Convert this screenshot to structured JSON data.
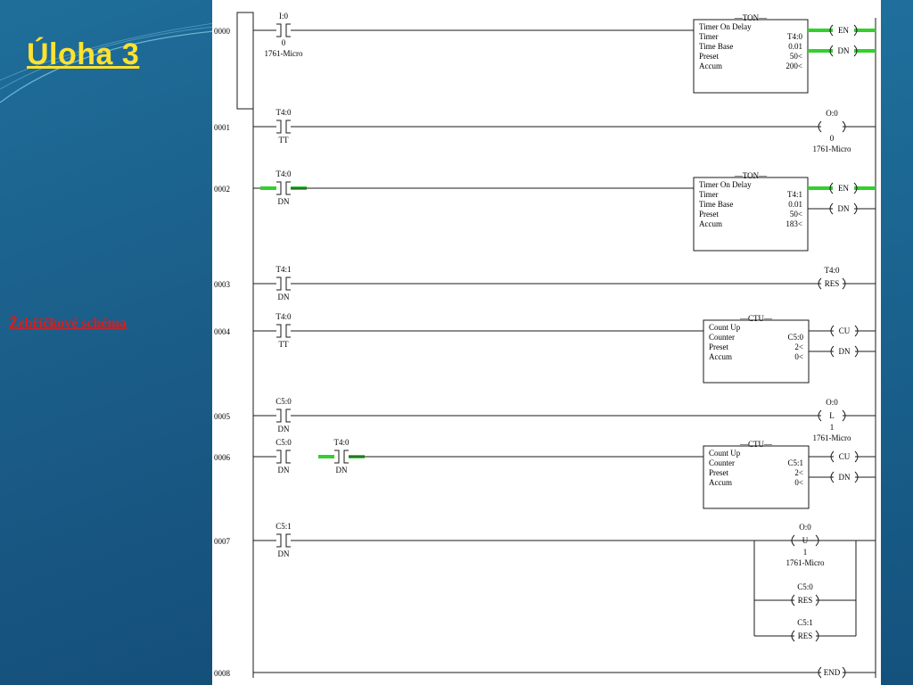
{
  "slide": {
    "title": "Úloha 3",
    "side_label": "Žebříčkové schéma",
    "colors": {
      "title": "#ffe230",
      "side_label": "#d81e1e",
      "energized": "#32d02c",
      "background": "#1a5a86"
    }
  },
  "rungs": [
    {
      "number": "0000",
      "contacts": [
        {
          "type": "XIC",
          "address": "I:0",
          "bit": "0",
          "sub": "1761-Micro",
          "energized": false
        }
      ],
      "timer": {
        "title": "TON",
        "name": "Timer On Delay",
        "fields": [
          {
            "k": "Timer",
            "v": "T4:0"
          },
          {
            "k": "Time Base",
            "v": "0.01"
          },
          {
            "k": "Preset",
            "v": "50<"
          },
          {
            "k": "Accum",
            "v": "200<"
          }
        ],
        "outputs": [
          {
            "label": "EN",
            "energized": true
          },
          {
            "label": "DN",
            "energized": true
          }
        ]
      }
    },
    {
      "number": "0001",
      "contacts": [
        {
          "type": "XIC",
          "address": "T4:0",
          "bit": "",
          "sub": "TT",
          "energized": false
        }
      ],
      "coil": {
        "type": "OTE",
        "symbol": "",
        "address": "O:0",
        "bit": "0",
        "sub": "1761-Micro"
      }
    },
    {
      "number": "0002",
      "contacts": [
        {
          "type": "XIC",
          "address": "T4:0",
          "bit": "",
          "sub": "DN",
          "energized": true
        }
      ],
      "timer": {
        "title": "TON",
        "name": "Timer On Delay",
        "fields": [
          {
            "k": "Timer",
            "v": "T4:1"
          },
          {
            "k": "Time Base",
            "v": "0.01"
          },
          {
            "k": "Preset",
            "v": "50<"
          },
          {
            "k": "Accum",
            "v": "183<"
          }
        ],
        "outputs": [
          {
            "label": "EN",
            "energized": true
          },
          {
            "label": "DN",
            "energized": false
          }
        ]
      }
    },
    {
      "number": "0003",
      "contacts": [
        {
          "type": "XIC",
          "address": "T4:1",
          "bit": "",
          "sub": "DN",
          "energized": false
        }
      ],
      "coil": {
        "type": "RES",
        "symbol": "RES",
        "address": "T4:0",
        "bit": "",
        "sub": ""
      }
    },
    {
      "number": "0004",
      "contacts": [
        {
          "type": "XIC",
          "address": "T4:0",
          "bit": "",
          "sub": "TT",
          "energized": false
        }
      ],
      "counter": {
        "title": "CTU",
        "name": "Count Up",
        "fields": [
          {
            "k": "Counter",
            "v": "C5:0"
          },
          {
            "k": "Preset",
            "v": "2<"
          },
          {
            "k": "Accum",
            "v": "0<"
          }
        ],
        "outputs": [
          {
            "label": "CU",
            "energized": false
          },
          {
            "label": "DN",
            "energized": false
          }
        ]
      }
    },
    {
      "number": "0005",
      "contacts": [
        {
          "type": "XIC",
          "address": "C5:0",
          "bit": "",
          "sub": "DN",
          "energized": false
        }
      ],
      "coil": {
        "type": "OTL",
        "symbol": "L",
        "address": "O:0",
        "bit": "1",
        "sub": "1761-Micro"
      }
    },
    {
      "number": "0006",
      "contacts": [
        {
          "type": "XIC",
          "address": "C5:0",
          "bit": "",
          "sub": "DN",
          "energized": false
        },
        {
          "type": "XIC",
          "address": "T4:0",
          "bit": "",
          "sub": "DN",
          "energized": true
        }
      ],
      "counter": {
        "title": "CTU",
        "name": "Count Up",
        "fields": [
          {
            "k": "Counter",
            "v": "C5:1"
          },
          {
            "k": "Preset",
            "v": "2<"
          },
          {
            "k": "Accum",
            "v": "0<"
          }
        ],
        "outputs": [
          {
            "label": "CU",
            "energized": false
          },
          {
            "label": "DN",
            "energized": false
          }
        ]
      }
    },
    {
      "number": "0007",
      "contacts": [
        {
          "type": "XIC",
          "address": "C5:1",
          "bit": "",
          "sub": "DN",
          "energized": false
        }
      ],
      "branch_coils": [
        {
          "type": "OTU",
          "symbol": "U",
          "address": "O:0",
          "bit": "1",
          "sub": "1761-Micro"
        },
        {
          "type": "RES",
          "symbol": "RES",
          "address": "C5:0",
          "bit": "",
          "sub": ""
        },
        {
          "type": "RES",
          "symbol": "RES",
          "address": "C5:1",
          "bit": "",
          "sub": ""
        }
      ]
    },
    {
      "number": "0008",
      "contacts": [],
      "coil": {
        "type": "END",
        "symbol": "END",
        "address": "",
        "bit": "",
        "sub": ""
      }
    }
  ]
}
